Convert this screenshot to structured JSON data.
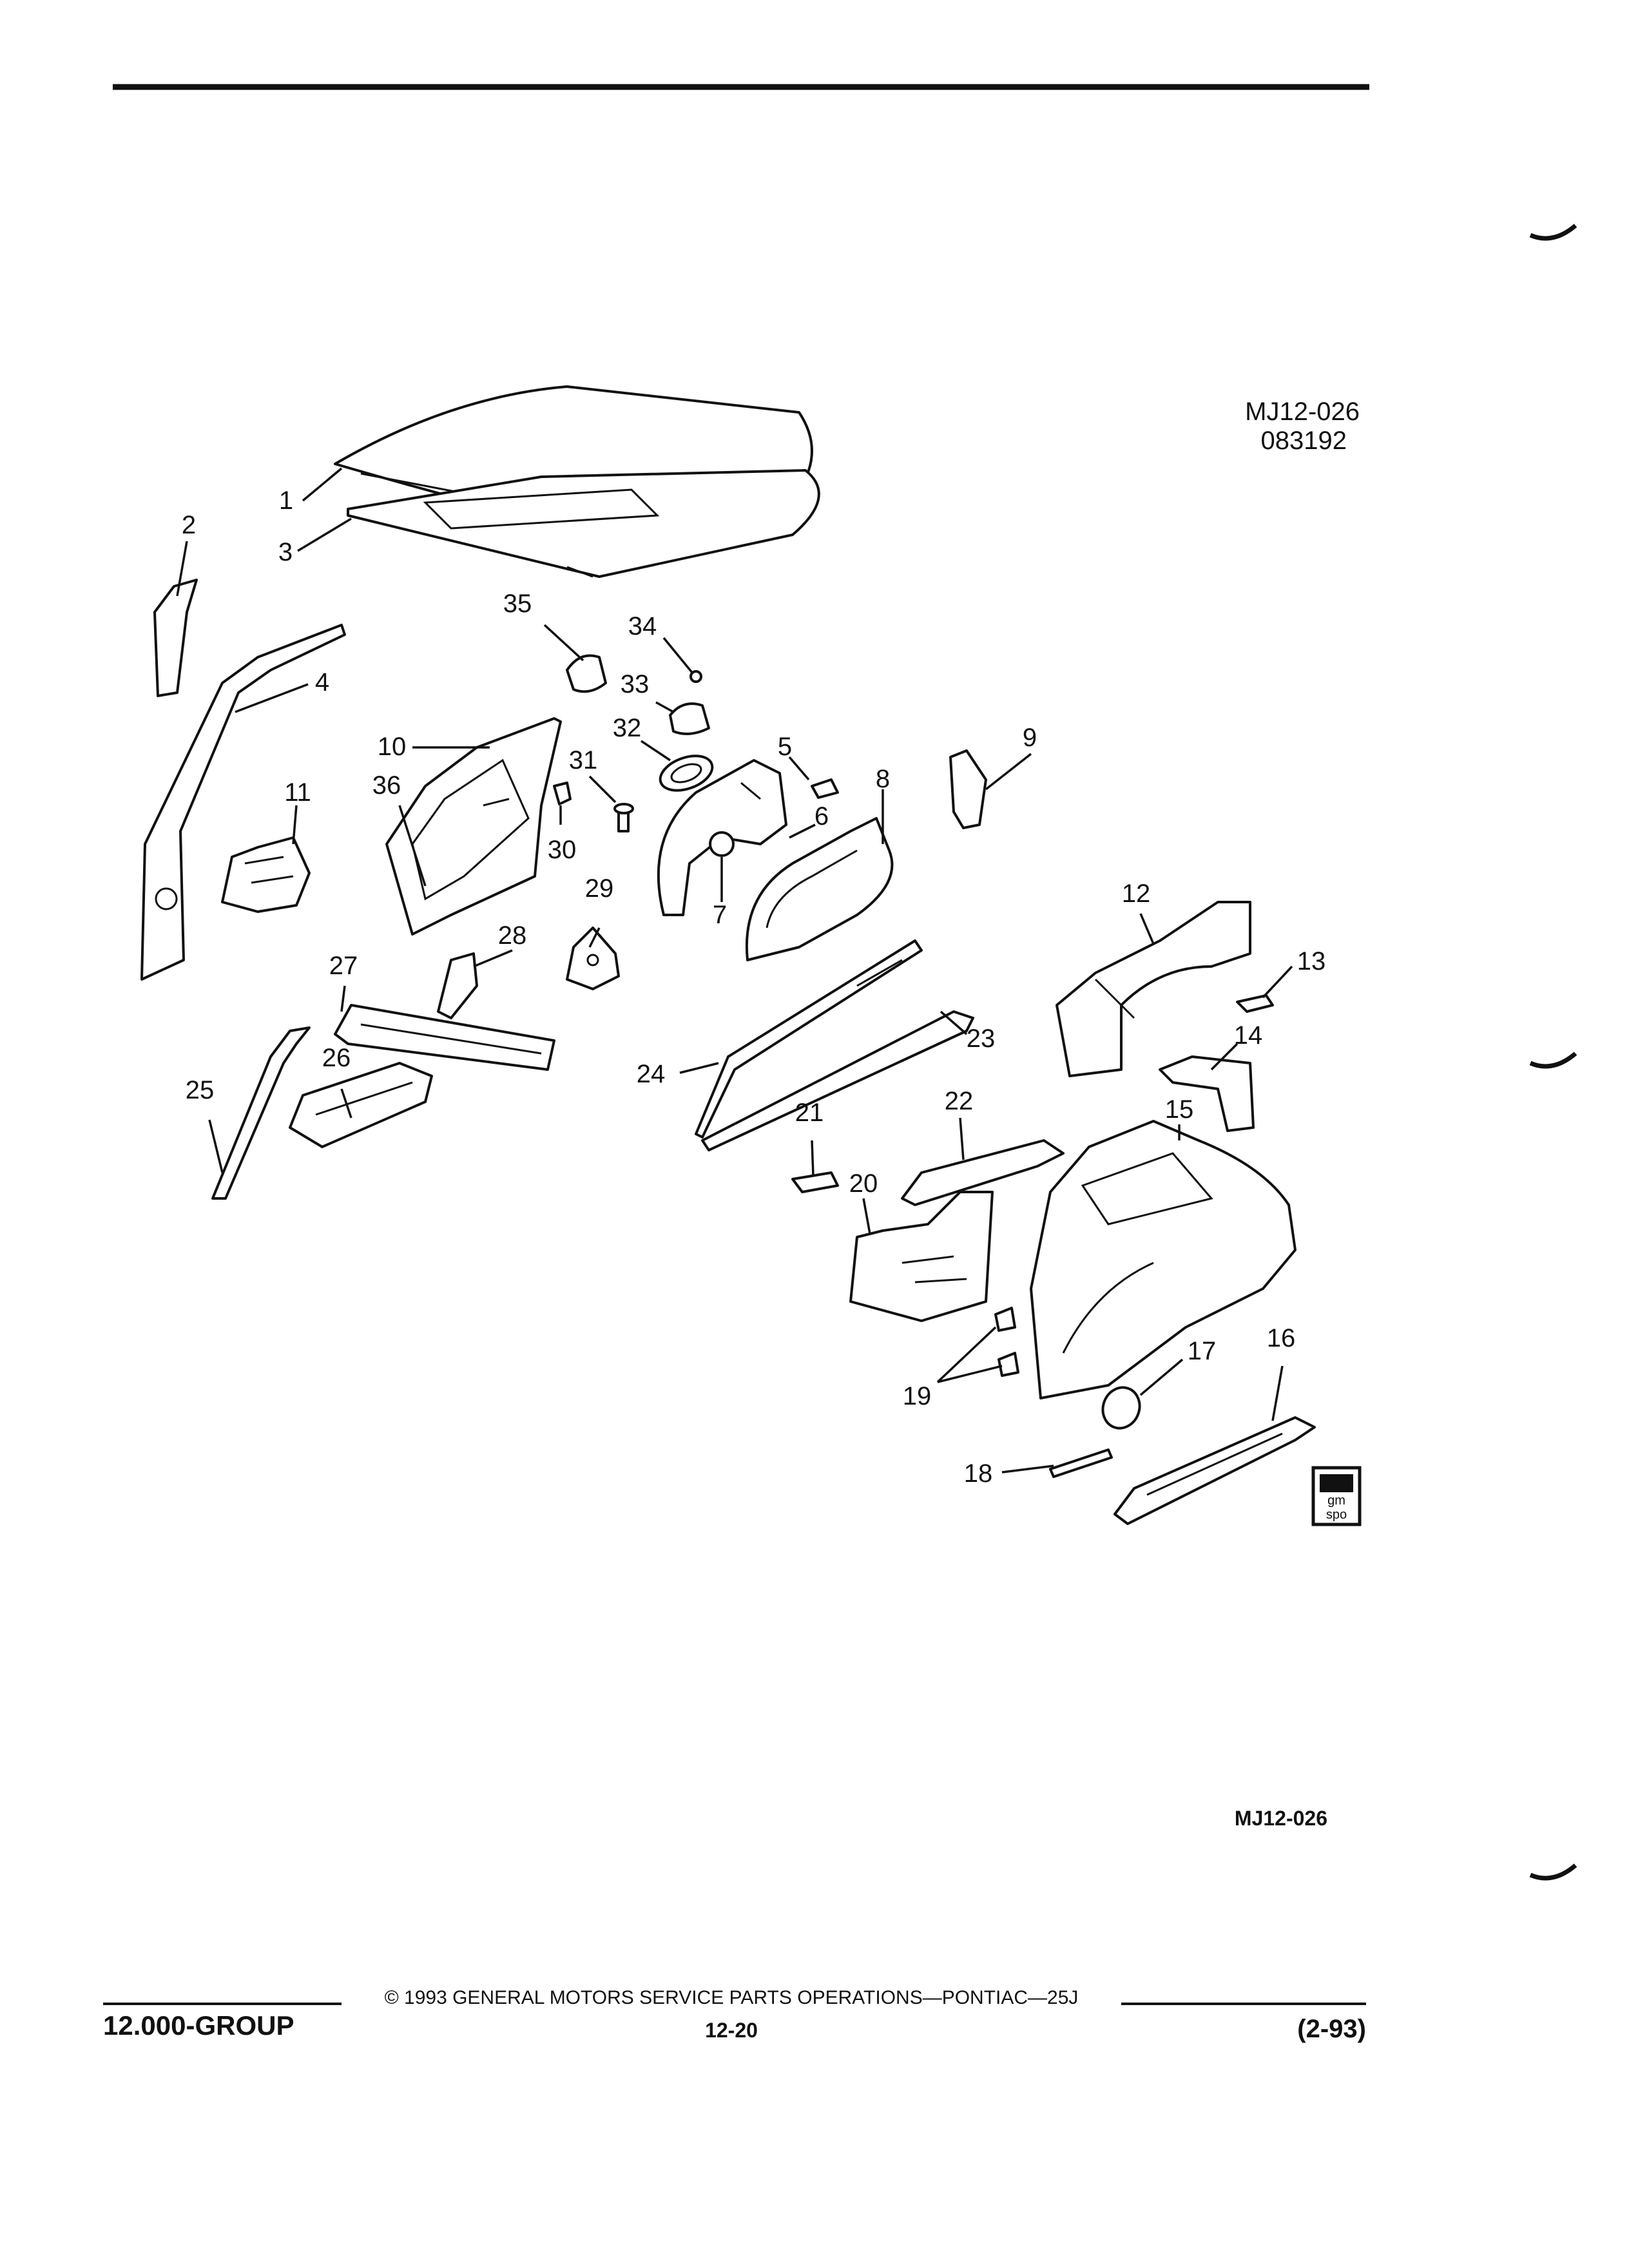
{
  "header": {
    "rule": true
  },
  "illustration": {
    "code_top": "MJ12-026",
    "date_code": "083192",
    "code_bottom": "MJ12-026",
    "logo_text_top": "gm",
    "logo_text_bottom": "spo"
  },
  "callouts": [
    "1",
    "2",
    "3",
    "4",
    "5",
    "6",
    "7",
    "8",
    "9",
    "10",
    "11",
    "12",
    "13",
    "14",
    "15",
    "16",
    "17",
    "18",
    "19",
    "20",
    "21",
    "22",
    "23",
    "24",
    "25",
    "26",
    "27",
    "28",
    "29",
    "30",
    "31",
    "32",
    "33",
    "34",
    "35",
    "36"
  ],
  "footer": {
    "copyright": "© 1993 GENERAL MOTORS SERVICE PARTS OPERATIONS—PONTIAC—25J",
    "group": "12.000-GROUP",
    "page": "12-20",
    "revision": "(2-93)"
  }
}
